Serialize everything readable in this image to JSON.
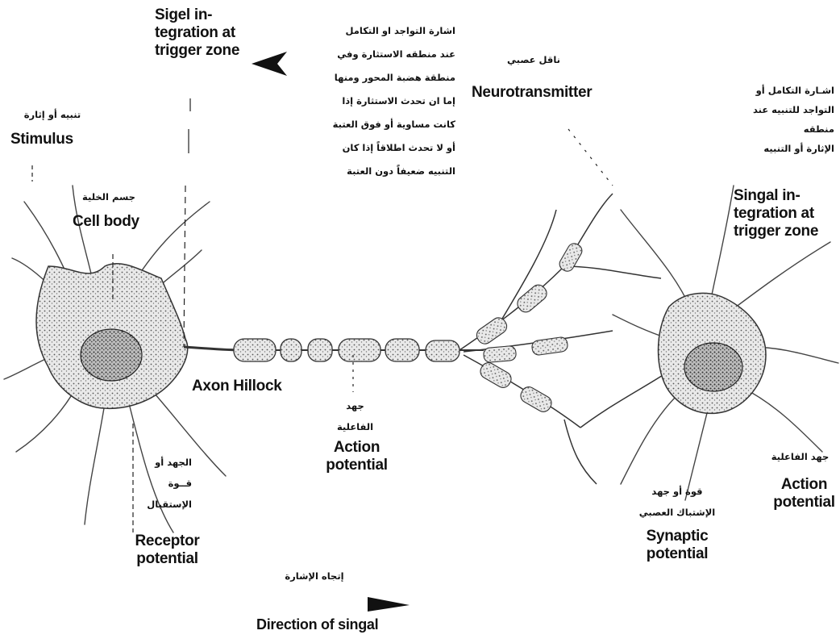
{
  "labels": {
    "sigel_integration": "Sigel in-\ntegration at\ntrigger zone",
    "ar_integration_desc": "اشارة التواجد او التكامل\nعند منطقه الاستثارة وفي\nمنطقة هضبة المحور ومنها\nإما ان تحدث الاستثارة إذا\nكانت مساوية أو فوق العتبة\nأو لا تحدث اطلاقاً إذا كان\nالتنبيه ضعيفاً دون العتبة",
    "ar_neurotransmitter": "ناقل عصبي",
    "neurotransmitter": "Neurotransmitter",
    "ar_stimulus": "تنبيه أو إثارة",
    "stimulus": "Stimulus",
    "ar_cell_body": "جسم الخلية",
    "cell_body": "Cell body",
    "ar_integration_right": "اشـارة التكامل أو\nالتواجد للتنبيه عند\nمنطقه\nالإثارة أو التنبيه",
    "singal_integration": "Singal in-\ntegration at\ntrigger zone",
    "axon_hillock": "Axon Hillock",
    "ar_action_potential_mid": "جهد\nالفاعلية",
    "action_potential_mid": "Action\npotential",
    "ar_receptor": "الجهد أو\nقــوة\nالإستقبال",
    "receptor_potential": "Receptor\npotential",
    "ar_action_potential_right": "جهد الفاعلية",
    "action_potential_right": "Action\npotential",
    "ar_synaptic": "قوة أو جهد\nالإشتباك العصبي",
    "synaptic_potential": "Synaptic\npotential",
    "ar_direction": "إتجاه الإشارة",
    "direction": "Direction of singal"
  }
}
